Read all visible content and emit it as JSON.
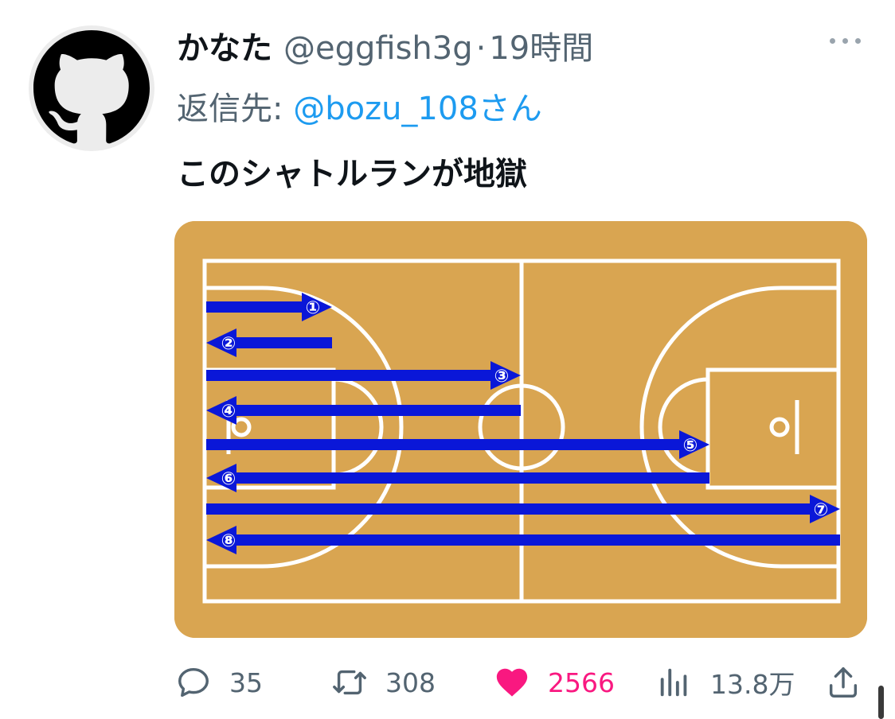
{
  "tweet": {
    "display_name": "かなた",
    "handle": "@eggfish3g",
    "separator": "·",
    "time": "19時間",
    "reply_prefix": "返信先: ",
    "reply_to": "@bozu_108さん",
    "text": "このシャトルランが地獄"
  },
  "media": {
    "arrows": [
      {
        "label": "①",
        "direction": "right"
      },
      {
        "label": "②",
        "direction": "left"
      },
      {
        "label": "③",
        "direction": "right"
      },
      {
        "label": "④",
        "direction": "left"
      },
      {
        "label": "⑤",
        "direction": "right"
      },
      {
        "label": "⑥",
        "direction": "left"
      },
      {
        "label": "⑦",
        "direction": "right"
      },
      {
        "label": "⑧",
        "direction": "left"
      }
    ],
    "colors": {
      "court": "#d9a551",
      "lines": "#ffffff",
      "arrows": "#0a17d8"
    }
  },
  "actions": {
    "reply_count": "35",
    "retweet_count": "308",
    "like_count": "2566",
    "view_count": "13.8万"
  },
  "icons": {
    "avatar": "github-octocat-icon",
    "more": "more-dots-icon",
    "reply": "reply-bubble-icon",
    "retweet": "retweet-icon",
    "like": "heart-icon",
    "views": "analytics-bars-icon",
    "share": "share-upload-icon"
  }
}
